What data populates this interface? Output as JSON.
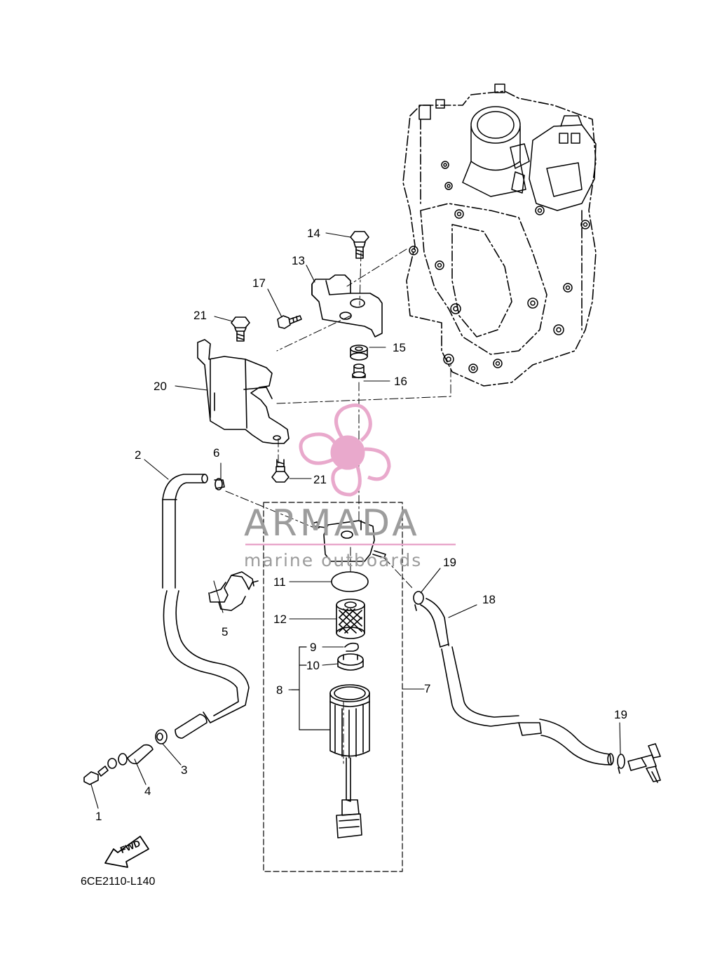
{
  "drawing_code": "6CE2110-L140",
  "fwd_label": "FWD",
  "watermark": {
    "brand": "ARMADA",
    "tagline": "marine outboards"
  },
  "callouts": {
    "c1": "1",
    "c2": "2",
    "c3": "3",
    "c4": "4",
    "c5": "5",
    "c6": "6",
    "c7": "7",
    "c8": "8",
    "c9": "9",
    "c10": "10",
    "c11": "11",
    "c12": "12",
    "c13": "13",
    "c14": "14",
    "c15": "15",
    "c16": "16",
    "c17": "17",
    "c18": "18",
    "c19a": "19",
    "c19b": "19",
    "c20": "20",
    "c21a": "21",
    "c21b": "21"
  },
  "colors": {
    "line": "#000000",
    "watermark_pink": "#e9a9cc",
    "watermark_gray": "#9c9c9c"
  }
}
